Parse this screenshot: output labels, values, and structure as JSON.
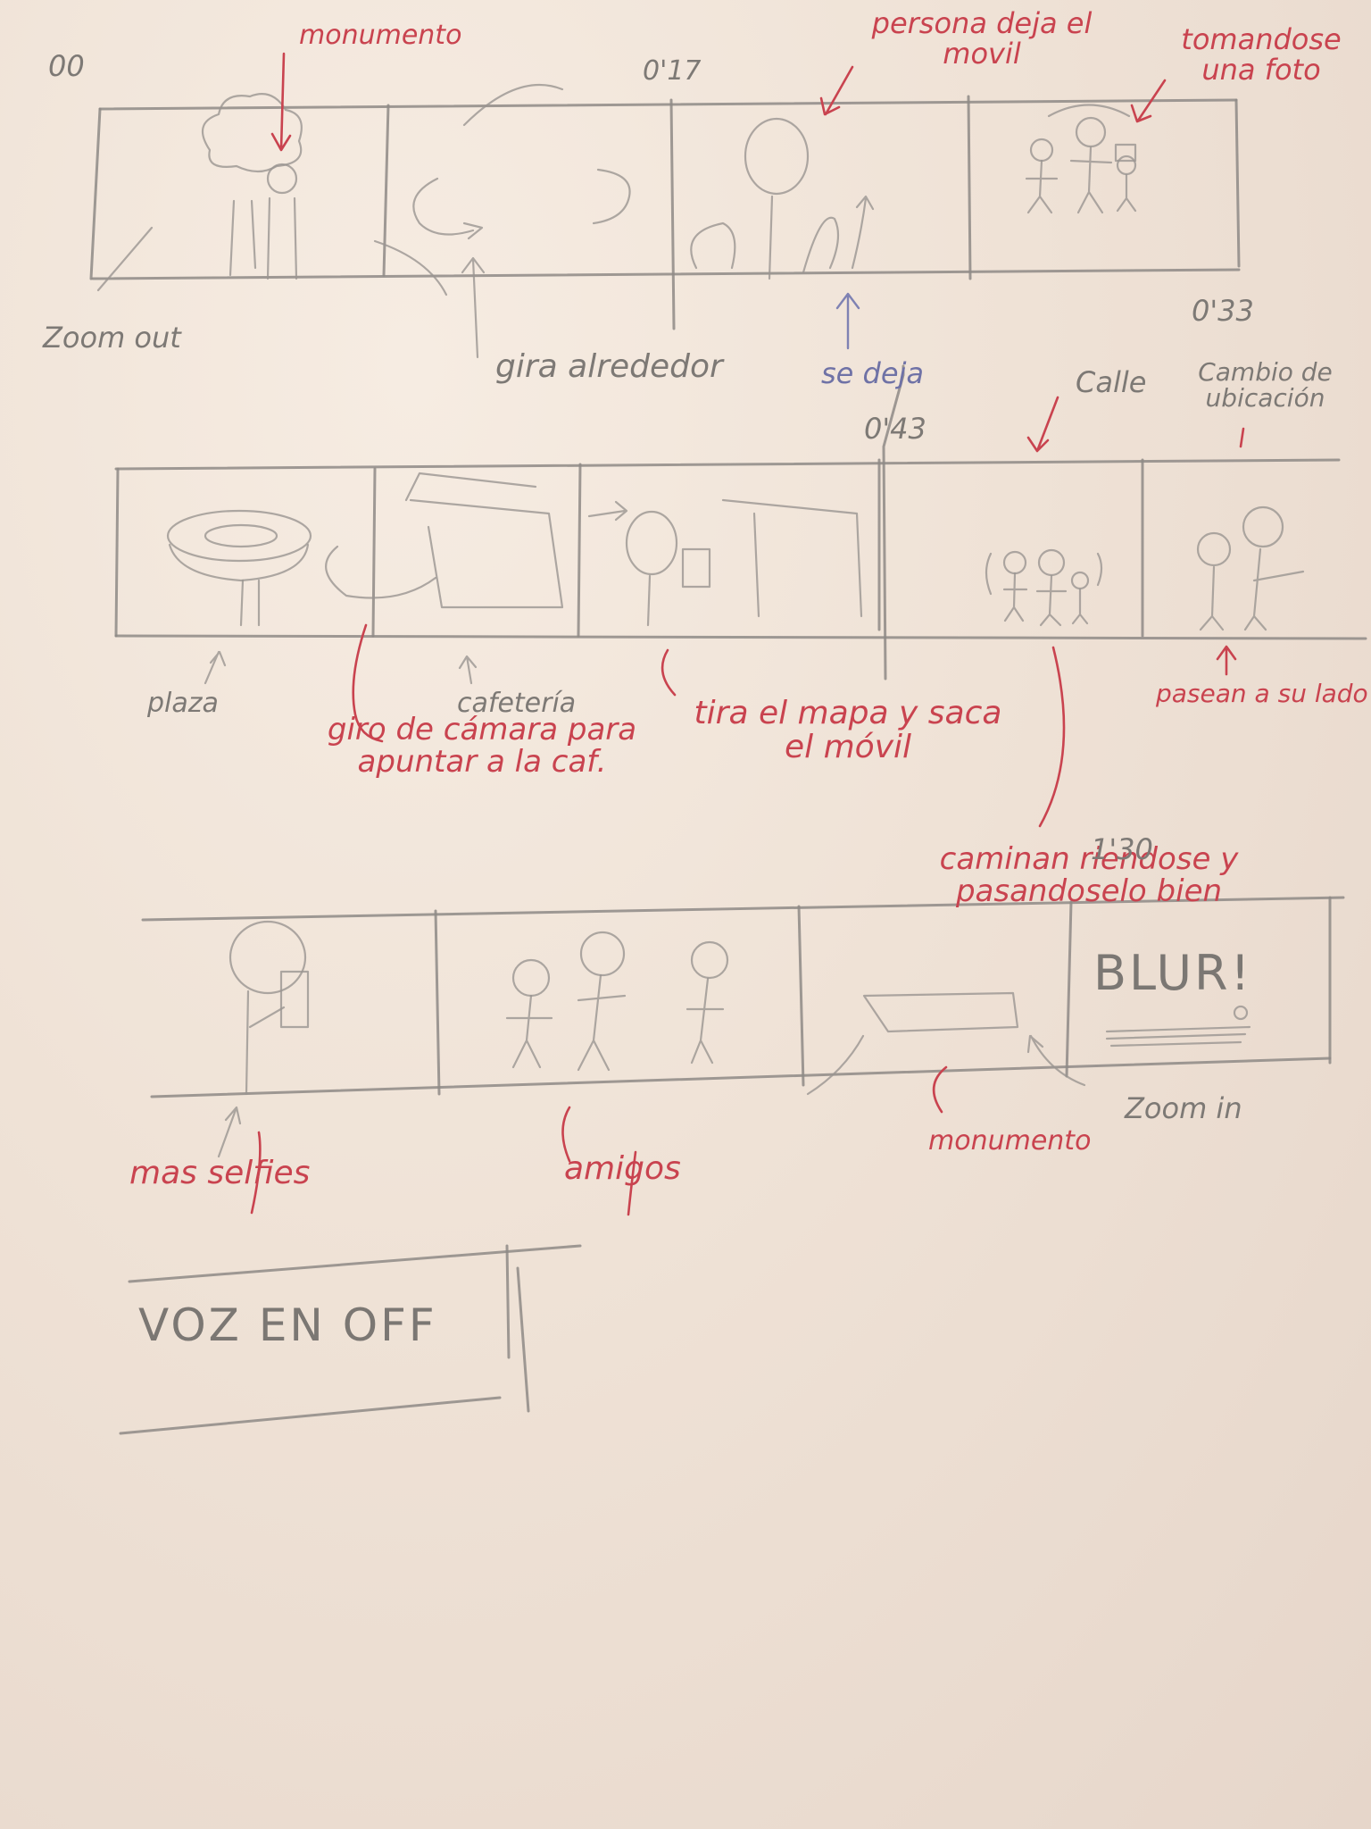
{
  "storyboard": {
    "timestamps": [
      "00",
      "0'17",
      "0'33",
      "0'43",
      "1'30"
    ],
    "row1": {
      "notes": [
        "monumento",
        "persona deja el movil",
        "tomandose una foto",
        "Zoom out",
        "gira alrededor",
        "se deja"
      ]
    },
    "row2": {
      "notes": [
        "Calle",
        "Cambio de ubicación",
        "plaza",
        "cafetería",
        "giro de cámara para apuntar a la caf.",
        "tira el mapa y saca el móvil",
        "pasean a su lado"
      ]
    },
    "row3": {
      "notes": [
        "caminan riendose y pasandoselo bien",
        "BLUR!",
        "mas selfies",
        "amigos",
        "monumento",
        "Zoom in"
      ]
    },
    "voiceover_label": "VOZ EN OFF"
  },
  "colors": {
    "red_ink": "#c9434f",
    "pencil": "#8e8a86",
    "blue_ink": "#6f72a6",
    "paper": "#f1e5da"
  }
}
